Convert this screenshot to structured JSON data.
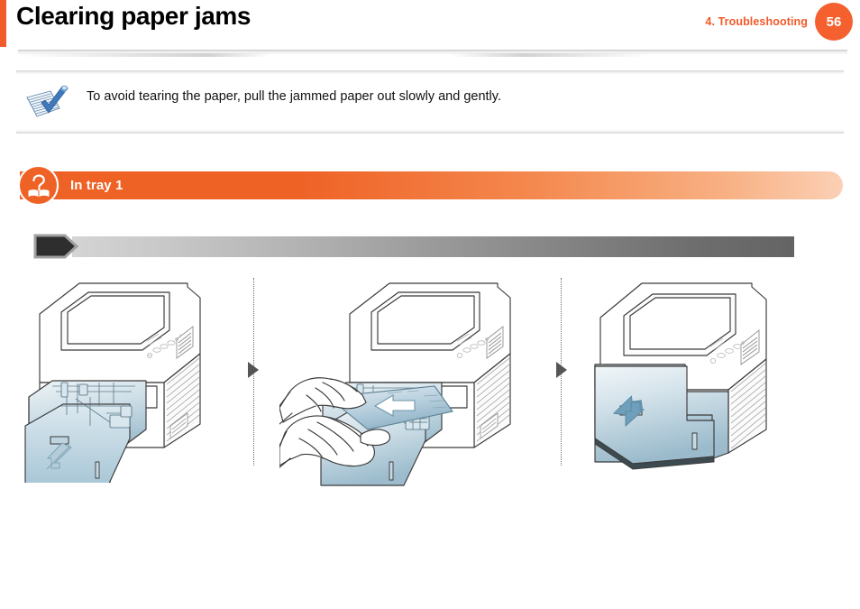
{
  "header": {
    "title": "Clearing paper jams",
    "chapter_label": "4.  Troubleshooting",
    "page_number": "56",
    "accent_color": "#f15a29",
    "badge_color": "#f4612f"
  },
  "note": {
    "icon": "note-pencil-icon",
    "text": "To avoid tearing the paper, pull the jammed paper out slowly and gently."
  },
  "section": {
    "icon": "book-question-icon",
    "title": "In tray 1",
    "banner_color_start": "#ef6226",
    "banner_color_end": "#fbd0b5"
  },
  "step_bar": {
    "marker_icon": "pentagon-marker-icon",
    "gradient_start": "#d4d4d4",
    "gradient_end": "#646464"
  },
  "illustrations": {
    "step_arrow_icon": "triangle-right-icon",
    "panels": [
      {
        "id": "panel-1",
        "name": "printer-tray-pulled-out",
        "caption": "",
        "arrow_direction": "down-left",
        "arrow_color": "#8fb5c9"
      },
      {
        "id": "panel-2",
        "name": "hands-removing-jammed-paper",
        "caption": "",
        "arrow_direction": "left",
        "arrow_color": "#ffffff"
      },
      {
        "id": "panel-3",
        "name": "printer-tray-reinserted",
        "caption": "",
        "arrow_direction": "up-right",
        "arrow_color": "#6f9fba"
      }
    ]
  }
}
